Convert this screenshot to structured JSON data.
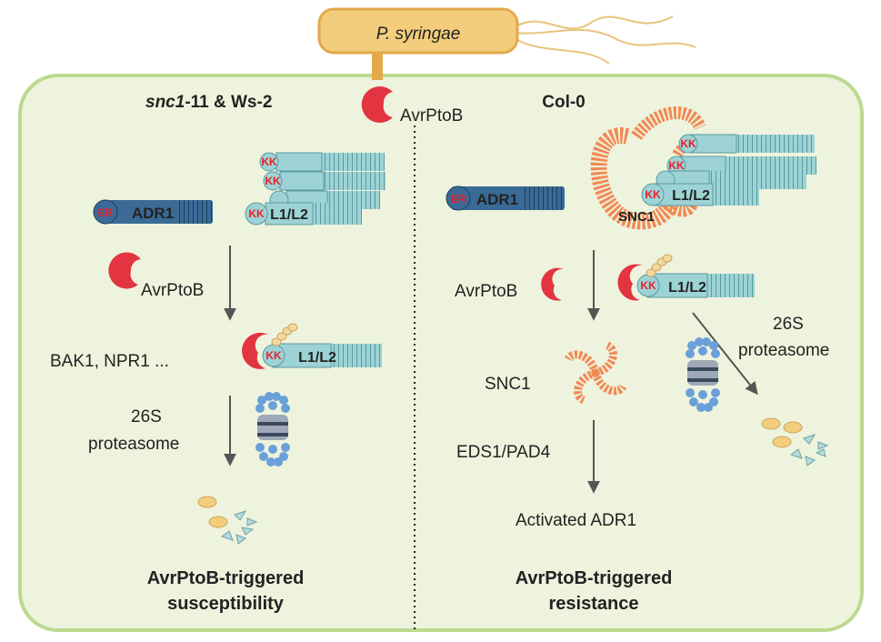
{
  "pathogen": {
    "label": "P. syringae"
  },
  "effector_top": {
    "label": "AvrPtoB"
  },
  "left_panel": {
    "title_italic": "snc1",
    "title_rest": "-11 & Ws-2",
    "adr1_tag": "ER",
    "adr1_label": "ADR1",
    "kk_label": "KK",
    "l1l2_label": "L1/L2",
    "avrptob_label": "AvrPtoB",
    "targets_label": "BAK1, NPR1 ...",
    "proteasome_line1": "26S",
    "proteasome_line2": "proteasome",
    "outcome_line1": "AvrPtoB-triggered",
    "outcome_line2": "susceptibility"
  },
  "right_panel": {
    "title": "Col-0",
    "adr1_tag": "ER",
    "adr1_label": "ADR1",
    "kk_label": "KK",
    "l1l2_label": "L1/L2",
    "snc1_complex_label": "SNC1",
    "avrptob_label": "AvrPtoB",
    "snc1_free_label": "SNC1",
    "proteasome_line1": "26S",
    "proteasome_line2": "proteasome",
    "eds_label": "EDS1/PAD4",
    "activated_label": "Activated ADR1",
    "outcome_line1": "AvrPtoB-triggered",
    "outcome_line2": "resistance"
  },
  "colors": {
    "cell_fill": "#eef3dd",
    "cell_border": "#bcd98f",
    "bacterium": "#f3cd7c",
    "effector": "#e33442",
    "adr1": "#3a6a96",
    "l1l2": "#9dd3d5",
    "snc1": "#f08a55",
    "proteasome_blue": "#6aa0d8",
    "proteasome_grey": "#9fa8b6"
  }
}
